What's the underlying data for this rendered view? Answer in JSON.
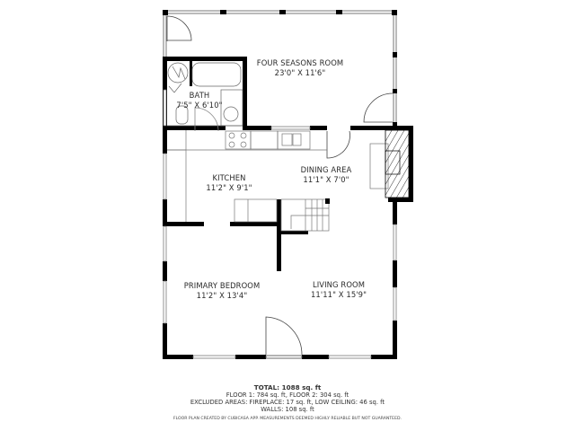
{
  "rooms": {
    "four_seasons": {
      "name": "FOUR SEASONS ROOM",
      "dims": "23'0\" X 11'6\""
    },
    "bath": {
      "name": "BATH",
      "dims": "7'5\" X 6'10\""
    },
    "kitchen": {
      "name": "KITCHEN",
      "dims": "11'2\" X 9'1\""
    },
    "dining": {
      "name": "DINING AREA",
      "dims": "11'1\" X 7'0\""
    },
    "bedroom": {
      "name": "PRIMARY BEDROOM",
      "dims": "11'2\" X 13'4\""
    },
    "living": {
      "name": "LIVING ROOM",
      "dims": "11'11\" X 15'9\""
    }
  },
  "footer": {
    "total": "TOTAL: 1088 sq. ft",
    "floors": "FLOOR 1: 784 sq. ft, FLOOR 2: 304 sq. ft",
    "excluded": "EXCLUDED AREAS: FIREPLACE: 17 sq. ft, LOW CEILING: 46 sq. ft",
    "walls": "WALLS: 108 sq. ft",
    "credit": "FLOOR PLAN CREATED BY CUBICASA APP. MEASUREMENTS DEEMED HIGHLY RELIABLE BUT NOT GUARANTEED."
  },
  "colors": {
    "wall": "#000000",
    "fixture": "#777777",
    "text": "#2a2a2a"
  }
}
